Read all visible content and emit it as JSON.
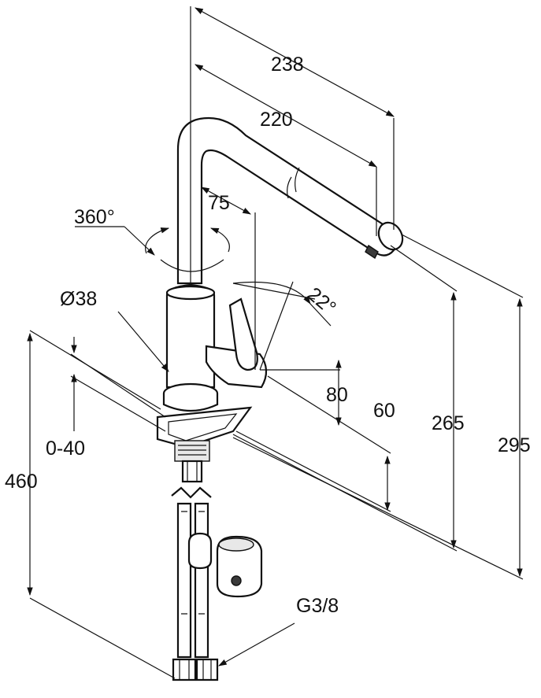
{
  "dimensions": {
    "d238": "238",
    "d220": "220",
    "d360": "360°",
    "d75": "75",
    "d22": "22°",
    "d38": "Ø38",
    "d80": "80",
    "d60": "60",
    "d040": "0-40",
    "d265": "265",
    "d295": "295",
    "d460": "460",
    "thread": "G3/8"
  }
}
